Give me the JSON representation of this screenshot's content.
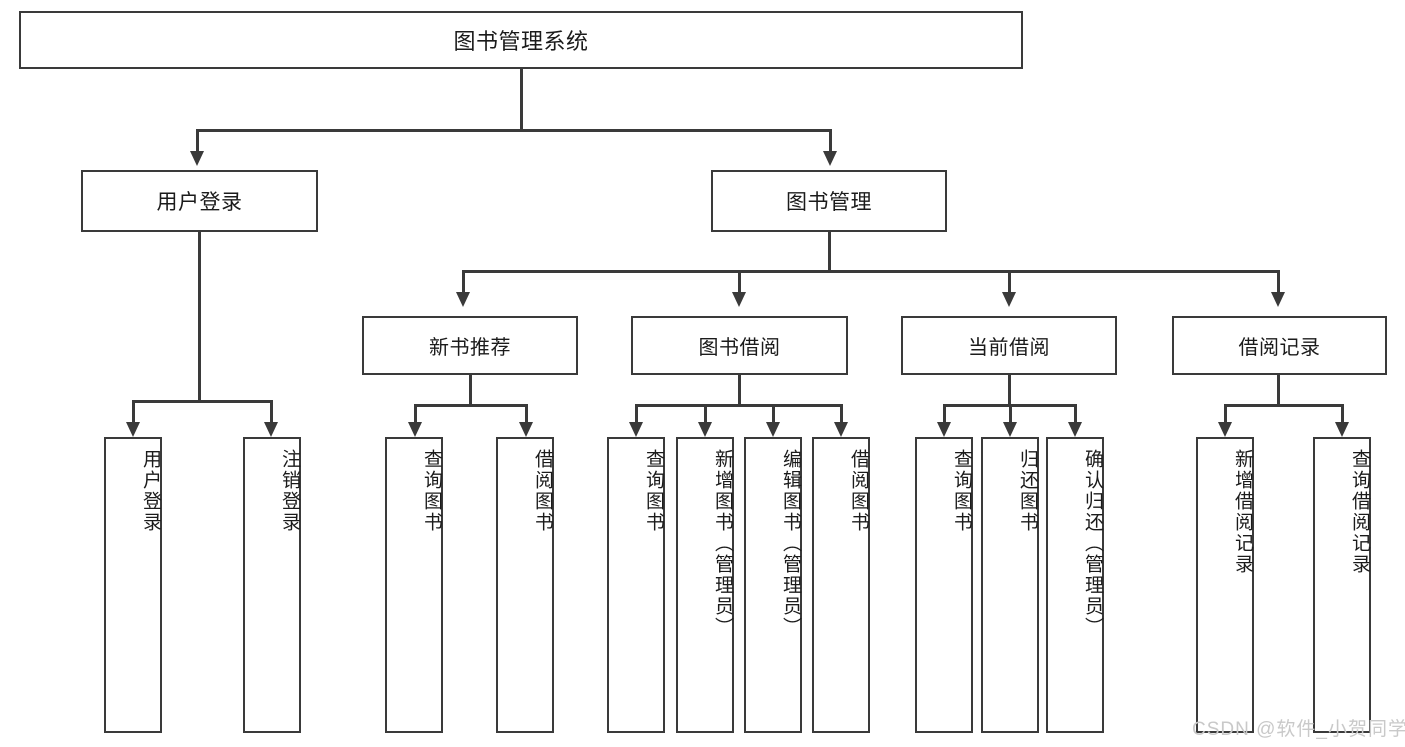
{
  "diagram": {
    "type": "tree-hierarchy-flowchart",
    "root": {
      "label": "图书管理系统"
    },
    "level1": [
      {
        "label": "用户登录"
      },
      {
        "label": "图书管理"
      }
    ],
    "level2": [
      {
        "label": "新书推荐"
      },
      {
        "label": "图书借阅"
      },
      {
        "label": "当前借阅"
      },
      {
        "label": "借阅记录"
      }
    ],
    "leaves": {
      "user_login": [
        {
          "label": "用户登录"
        },
        {
          "label": "注销登录"
        }
      ],
      "new_book_recommend": [
        {
          "label": "查询图书"
        },
        {
          "label": "借阅图书"
        }
      ],
      "book_borrow": [
        {
          "label": "查询图书"
        },
        {
          "label": "新增图书（管理员）"
        },
        {
          "label": "编辑图书（管理员）"
        },
        {
          "label": "借阅图书"
        }
      ],
      "current_borrow": [
        {
          "label": "查询图书"
        },
        {
          "label": "归还图书"
        },
        {
          "label": "确认归还（管理员）"
        }
      ],
      "borrow_record": [
        {
          "label": "新增借阅记录"
        },
        {
          "label": "查询借阅记录"
        }
      ]
    }
  },
  "watermark": {
    "text": "CSDN @软件_小贺同学"
  },
  "colors": {
    "stroke": "#3a3a3a",
    "background": "#ffffff",
    "text": "#1b1b1b",
    "watermark": "#c9c9c9"
  }
}
